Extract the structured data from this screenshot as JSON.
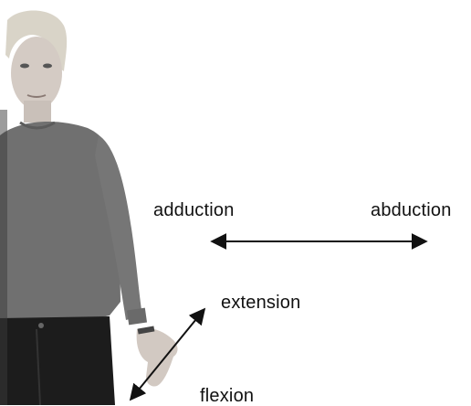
{
  "labels": {
    "adduction": "adduction",
    "abduction": "abduction",
    "extension": "extension",
    "flexion": "flexion"
  },
  "icons": {
    "figure": "woman-standing-photo-icon",
    "horizontal_arrow": "double-headed-arrow-icon",
    "diagonal_arrow": "double-headed-arrow-icon"
  },
  "colors": {
    "text": "#111111",
    "arrow": "#111111",
    "sweater": "#6f6f6f",
    "trousers": "#1c1c1c",
    "hair": "#d9d4c8",
    "skin": "#cfc6bf"
  }
}
